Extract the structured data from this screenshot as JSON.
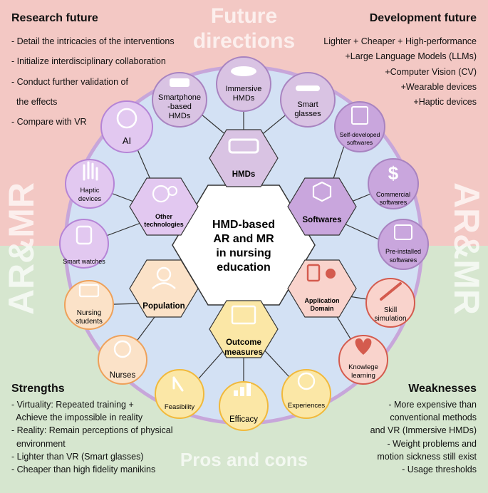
{
  "watermarks": {
    "top": "Future directions",
    "bottom": "Pros and cons",
    "side": "AR&MR"
  },
  "research_future": {
    "title": "Research future",
    "items": [
      "- Detail the intricacies of the interventions",
      "- Initialize interdisciplinary collaboration",
      "- Conduct further validation of",
      "  the effects",
      "- Compare with VR"
    ]
  },
  "development_future": {
    "title": "Development future",
    "items": [
      "Lighter + Cheaper + High-performance",
      "+Large Language Models (LLMs)",
      "+Computer Vision (CV)",
      "+Wearable devices",
      "+Haptic devices"
    ]
  },
  "strengths": {
    "title": "Strengths",
    "items": [
      "- Virtuality: Repeated training +",
      "  Achieve the impossible in reality",
      "- Reality: Remain perceptions of physical",
      "  environment",
      "- Lighter than VR (Smart glasses)",
      "- Cheaper than high fidelity manikins"
    ]
  },
  "weaknesses": {
    "title": "Weaknesses",
    "items": [
      "- More expensive than",
      "conventional methods",
      "and VR (Immersive HMDs)",
      "- Weight problems and",
      "motion sickness still exist",
      "- Usage thresholds"
    ]
  },
  "center": {
    "lines": [
      "HMD-based",
      "AR and MR",
      "in nursing",
      "education"
    ]
  },
  "hexes": {
    "hmds": "HMDs",
    "softwares": "Softwares",
    "application": [
      "Application",
      "Domain"
    ],
    "outcome": [
      "Outcome",
      "measures"
    ],
    "population": "Population",
    "other_tech": [
      "Other",
      "technologies"
    ]
  },
  "circles": {
    "smartphone": [
      "Smartphone",
      "-based",
      "HMDs"
    ],
    "immersive": [
      "Immersive",
      "HMDs"
    ],
    "smart_glasses": [
      "Smart",
      "glasses"
    ],
    "self_dev": [
      "Self-developed",
      "softwares"
    ],
    "commercial": [
      "Commercial",
      "softwares"
    ],
    "preinstalled": [
      "Pre-installed",
      "softwares"
    ],
    "skill": [
      "Skill",
      "simulation"
    ],
    "knowledge": [
      "Knowlege",
      "learning"
    ],
    "experiences": [
      "Experiences"
    ],
    "efficacy": [
      "Efficacy"
    ],
    "feasibility": [
      "Feasibility"
    ],
    "nurses": [
      "Nurses"
    ],
    "nursing_students": [
      "Nursing",
      "students"
    ],
    "smart_watches": [
      "Smart watches"
    ],
    "haptic": [
      "Haptic",
      "devices"
    ],
    "ai": [
      "AI"
    ]
  },
  "colors": {
    "purple_fill": "#d9c3e3",
    "purple_dark": "#a883c0",
    "violet_fill": "#e2c8f0",
    "violet_dark": "#b584d6",
    "yellow_fill": "#fbe7a6",
    "yellow_dark": "#f1b93b",
    "orange_fill": "#fbe2c8",
    "orange_dark": "#eea15a",
    "red_fill": "#f9d3cc",
    "red_dark": "#d45b4e",
    "blue_bg": "#d3e1f4"
  }
}
